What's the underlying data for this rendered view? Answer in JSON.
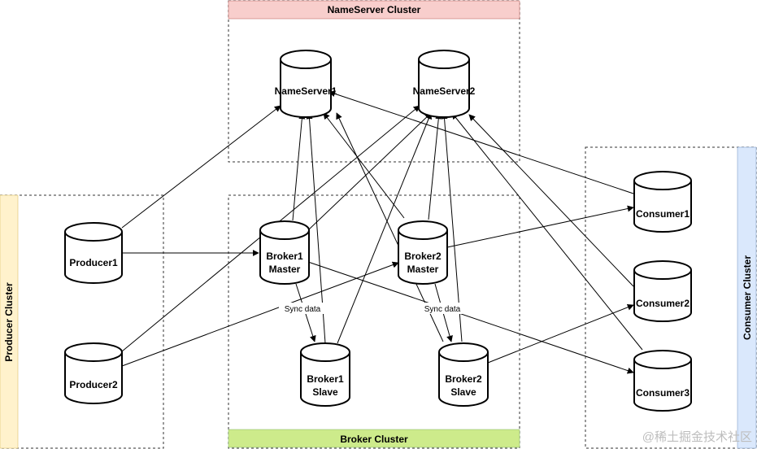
{
  "clusters": {
    "nameserver": {
      "label": "NameServer Cluster",
      "color": "#f8cecc"
    },
    "producer": {
      "label": "Producer Cluster",
      "color": "#fff2cc",
      "accent": "#e6e600"
    },
    "broker": {
      "label": "Broker Cluster",
      "color": "#cdeb8b"
    },
    "consumer": {
      "label": "Consumer Cluster",
      "color": "#dae8fc"
    }
  },
  "nodes": {
    "nameserver1": "NameServer1",
    "nameserver2": "NameServer2",
    "producer1": "Producer1",
    "producer2": "Producer2",
    "broker1_master": [
      "Broker1",
      "Master"
    ],
    "broker2_master": [
      "Broker2",
      "Master"
    ],
    "broker1_slave": [
      "Broker1",
      "Slave"
    ],
    "broker2_slave": [
      "Broker2",
      "Slave"
    ],
    "consumer1": "Consumer1",
    "consumer2": "Consumer2",
    "consumer3": "Consumer3"
  },
  "edge_labels": {
    "sync1": "Sync data",
    "sync2": "Sync data"
  },
  "watermark": "@稀土掘金技术社区"
}
